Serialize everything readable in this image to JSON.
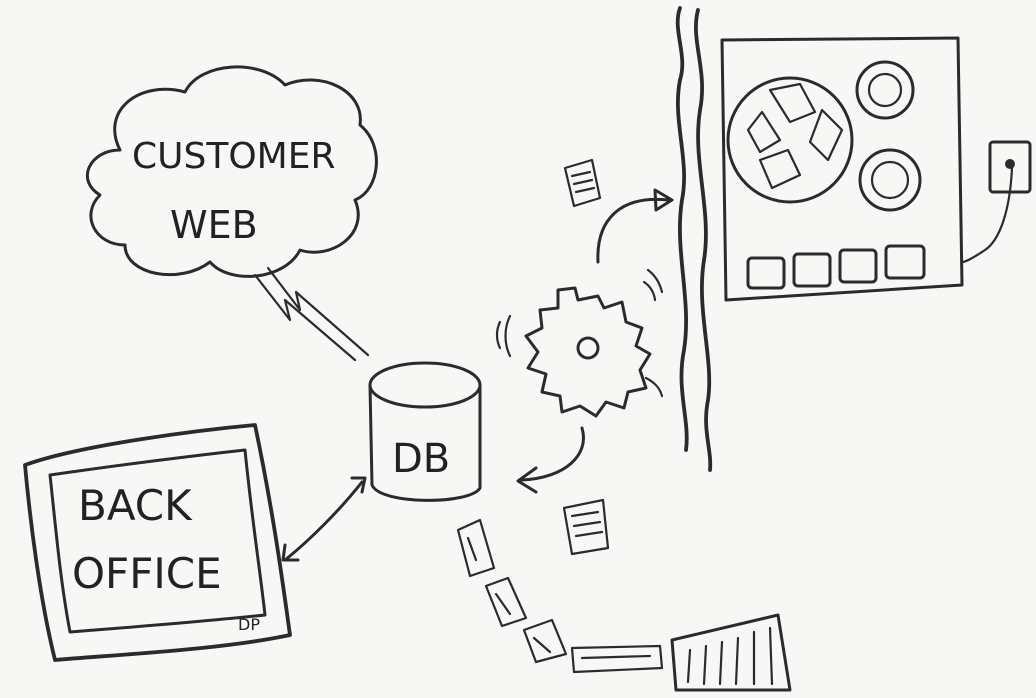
{
  "labels": {
    "customer": "CUSTOMER",
    "web": "WEB",
    "db": "DB",
    "back": "BACK",
    "office": "OFFICE",
    "initials": "DP"
  },
  "colors": {
    "ink": "#2b2b2b",
    "paper": "#f7f7f5"
  },
  "icons": [
    "cloud-icon",
    "lightning-bolt-icon",
    "database-cylinder-icon",
    "gear-icon",
    "document-icon",
    "reel-to-reel-computer-icon",
    "wall-socket-icon",
    "monitor-icon",
    "punch-card-icon"
  ]
}
